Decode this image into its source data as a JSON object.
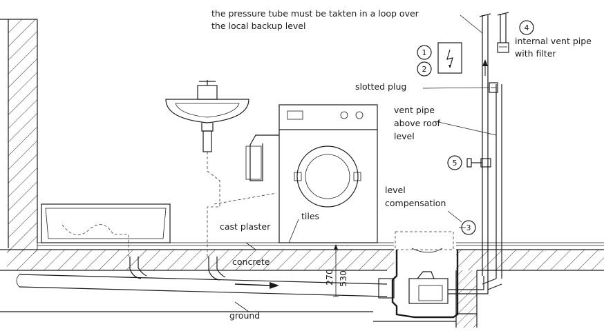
{
  "labels": {
    "pressure_tube_line1": "the pressure tube must be takten in a loop over",
    "pressure_tube_line2": "the local backup level",
    "internal_vent_line1": "internal vent pipe",
    "internal_vent_line2": "with filter",
    "slotted_plug": "slotted plug",
    "vent_pipe_line1": "vent pipe",
    "vent_pipe_line2": "above roof",
    "vent_pipe_line3": "level",
    "level_line1": "level",
    "level_line2": "compensation",
    "tiles": "tiles",
    "cast_plaster": "cast plaster",
    "concrete": "concrete",
    "ground": "ground"
  },
  "markers": {
    "m1": "1",
    "m2": "2",
    "m3": "3",
    "m4": "4",
    "m5": "5"
  },
  "dimensions": {
    "d270": "270",
    "d530": "530"
  },
  "icons": {
    "electrical_box": "lightning-icon",
    "flow_arrow": "arrow-right-icon"
  }
}
